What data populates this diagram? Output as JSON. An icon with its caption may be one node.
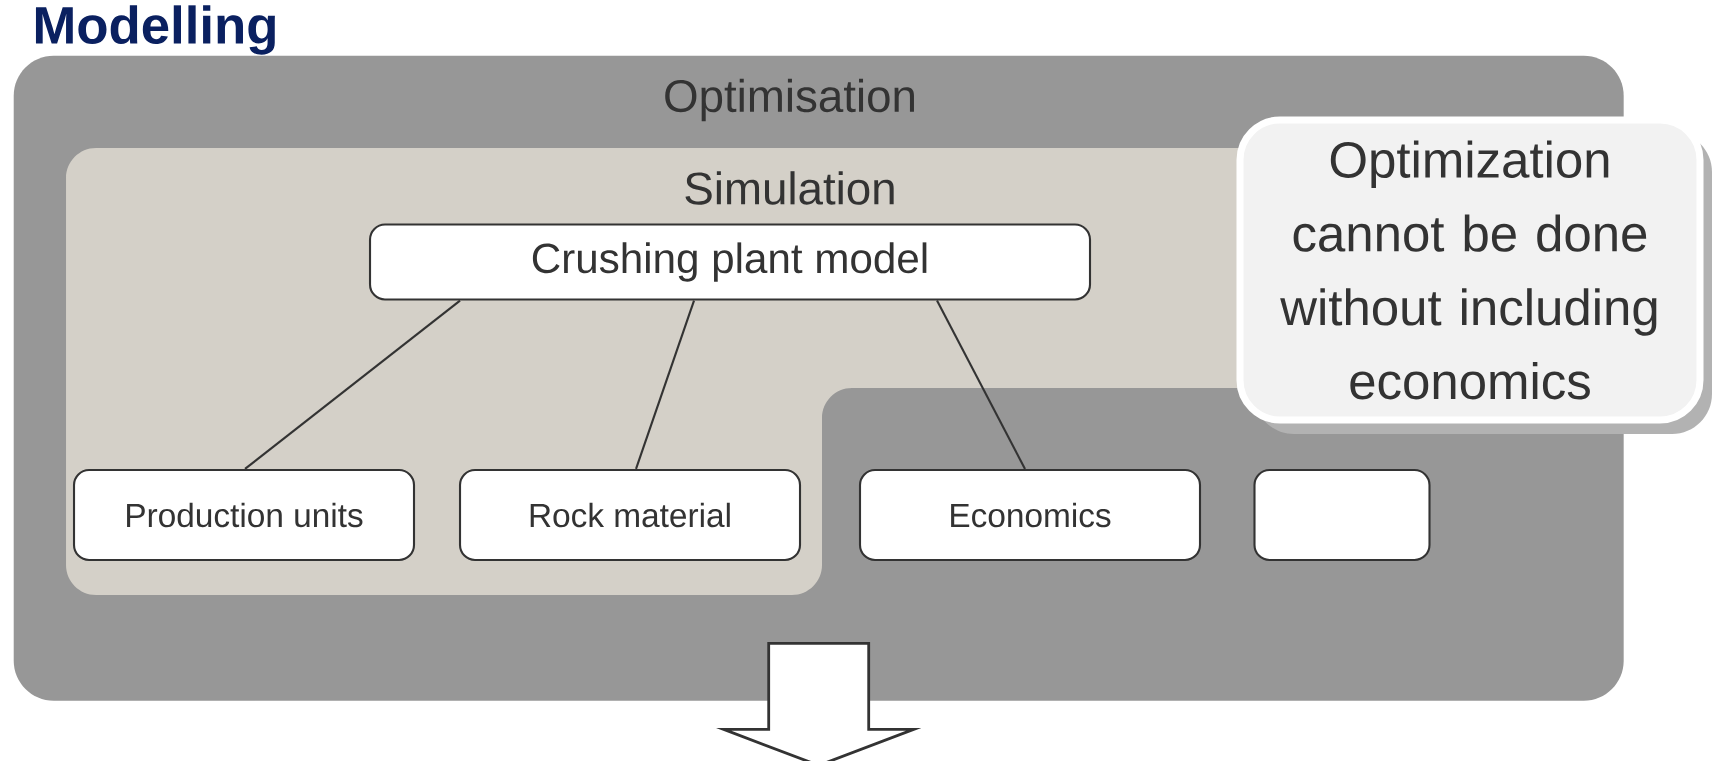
{
  "diagram": {
    "title": "Modelling",
    "nodes": [
      {
        "text": [
          "Optimisation"
        ]
      },
      {
        "text": [
          "Simulation"
        ],
        "in": 0
      },
      {
        "text": [
          "Crushing plant model"
        ],
        "in": 1
      },
      {
        "text": [
          "Production units"
        ],
        "in": 1
      },
      {
        "text": [
          "Rock material"
        ],
        "in": 1
      },
      {
        "text": [
          "Economics"
        ],
        "in": 0
      },
      {
        "text": [],
        "shape": "box",
        "in": 0
      },
      {
        "text": [
          "Optimization cannot be done without including economics"
        ]
      }
    ],
    "edges": [
      {
        "from": 2,
        "to": 3,
        "arrow": "none"
      },
      {
        "from": 2,
        "to": 4,
        "arrow": "none"
      },
      {
        "from": 2,
        "to": 5,
        "arrow": "none"
      },
      {
        "from": 0,
        "to": null,
        "arrow": "to"
      }
    ]
  }
}
